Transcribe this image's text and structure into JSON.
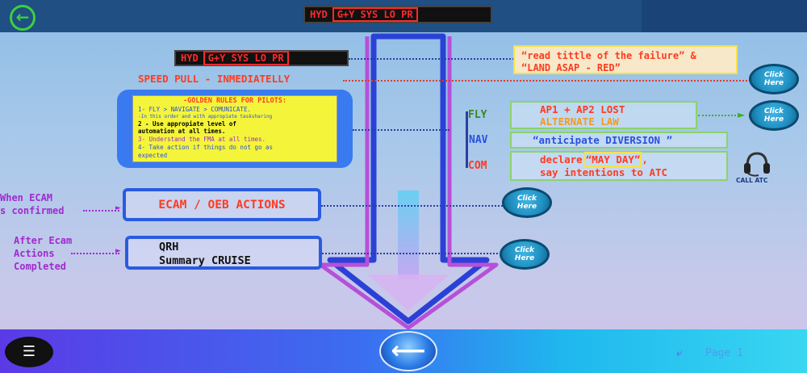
{
  "header": {
    "failure_label": "HYD",
    "failure_boxed": "G+Y SYS LO PR"
  },
  "left_failure": {
    "label": "HYD",
    "boxed": "G+Y SYS LO PR"
  },
  "note_read": {
    "line1": "“read tittle of the failure” &",
    "line2": "“LAND ASAP - RED”"
  },
  "speed_pull": "SPEED PULL - INMEDIATELLY",
  "golden_rules": {
    "title": "-GOLDEN RULES FOR PILOTS:",
    "r1": "1- FLY > NAVIGATE > COMUNICATE.",
    "r1_sub": "-In this order and with appropiate tasksharing",
    "r2a": "2 - Use appropiate level of",
    "r2b": "automation at all times.",
    "r3": "3- Understand the FMA at all times.",
    "r4a": "4- Take action if things do not go as",
    "r4b": "expected"
  },
  "fnc": {
    "fly": "FLY",
    "nav": "NAV",
    "com": "COM",
    "fly_line1": "AP1 + AP2 LOST",
    "fly_line2": "ALTERNATE LAW",
    "nav_text": "“anticipate DIVERSION ”",
    "com_pre": "declare",
    "com_mayday": "“MAY DAY”",
    "com_post": ",",
    "com_line2": "say intentions to ATC",
    "call_atc": "CALL ATC"
  },
  "ecam": {
    "side_line1": "When ECAM",
    "side_line2": "s confirmed",
    "box": "ECAM / OEB ACTIONS"
  },
  "qrh": {
    "side_line1": "After Ecam",
    "side_line2": "Actions",
    "side_line3": "Completed",
    "line1": "QRH",
    "line2": "Summary CRUISE"
  },
  "click_label_1": "Click",
  "click_label_2": "Here",
  "footer": {
    "page_label": "Page 1"
  },
  "colors": {
    "header": "#1f4f83",
    "accent_red": "#ff3b1f",
    "accent_green": "#3ecf3e",
    "rules_bg": "#f4f53a",
    "box_border": "#2a5be0"
  }
}
